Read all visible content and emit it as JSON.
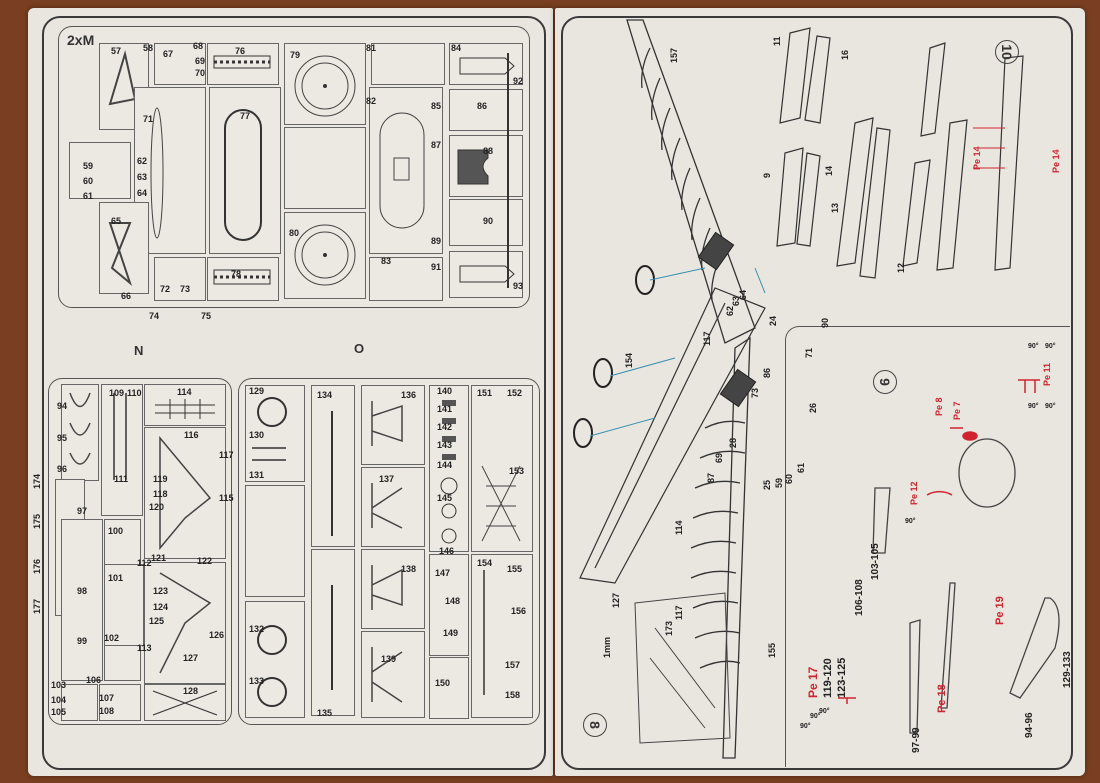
{
  "document": {
    "type": "model kit instruction booklet",
    "left_page": {
      "sprue_M": {
        "label": "2xM",
        "parts": [
          "57",
          "58",
          "59",
          "60",
          "61",
          "62",
          "63",
          "64",
          "65",
          "66",
          "67",
          "68",
          "69",
          "70",
          "71",
          "72",
          "73",
          "74",
          "75",
          "76",
          "77",
          "78",
          "79",
          "80",
          "81",
          "82",
          "83",
          "84",
          "85",
          "86",
          "87",
          "88",
          "89",
          "90",
          "91",
          "92",
          "93"
        ]
      },
      "sprue_N": {
        "label": "N",
        "parts": [
          "94",
          "95",
          "96",
          "97",
          "98",
          "99",
          "100",
          "101",
          "102",
          "103",
          "104",
          "105",
          "106",
          "107",
          "108",
          "109",
          "110",
          "111",
          "112",
          "113",
          "114",
          "115",
          "116",
          "117",
          "118",
          "119",
          "120",
          "121",
          "122",
          "123",
          "124",
          "125",
          "126",
          "127",
          "128",
          "174",
          "175",
          "176",
          "177"
        ]
      },
      "sprue_O": {
        "label": "O",
        "parts": [
          "129",
          "130",
          "131",
          "132",
          "133",
          "134",
          "135",
          "136",
          "137",
          "138",
          "139",
          "140",
          "141",
          "142",
          "143",
          "144",
          "145",
          "146",
          "147",
          "148",
          "149",
          "150",
          "151",
          "152",
          "153",
          "154",
          "155",
          "156",
          "157",
          "158"
        ]
      }
    },
    "right_page": {
      "steps": [
        {
          "number": "8",
          "callouts": [
            "157",
            "117",
            "62",
            "63",
            "64",
            "24",
            "90",
            "71",
            "86",
            "73",
            "26",
            "154",
            "28",
            "69",
            "87",
            "114",
            "25",
            "59",
            "60",
            "61",
            "127",
            "155",
            "173",
            "117"
          ],
          "note": "1mm"
        },
        {
          "number": "9",
          "callouts": [
            "Pe 8",
            "Pe 7",
            "Pe 11",
            "Pe 12",
            "103-105",
            "106-108",
            "Pe 19",
            "Pe 17",
            "119-120",
            "123-125",
            "Pe 18",
            "97-99",
            "94-96",
            "129-133"
          ],
          "angle_marks": [
            "90°",
            "90°",
            "90°",
            "90°",
            "90°",
            "90°",
            "90°",
            "90°"
          ]
        },
        {
          "number": "10",
          "callouts": [
            "11",
            "16",
            "9",
            "14",
            "13",
            "12",
            "Pe 14",
            "Pe 14"
          ]
        }
      ]
    }
  }
}
